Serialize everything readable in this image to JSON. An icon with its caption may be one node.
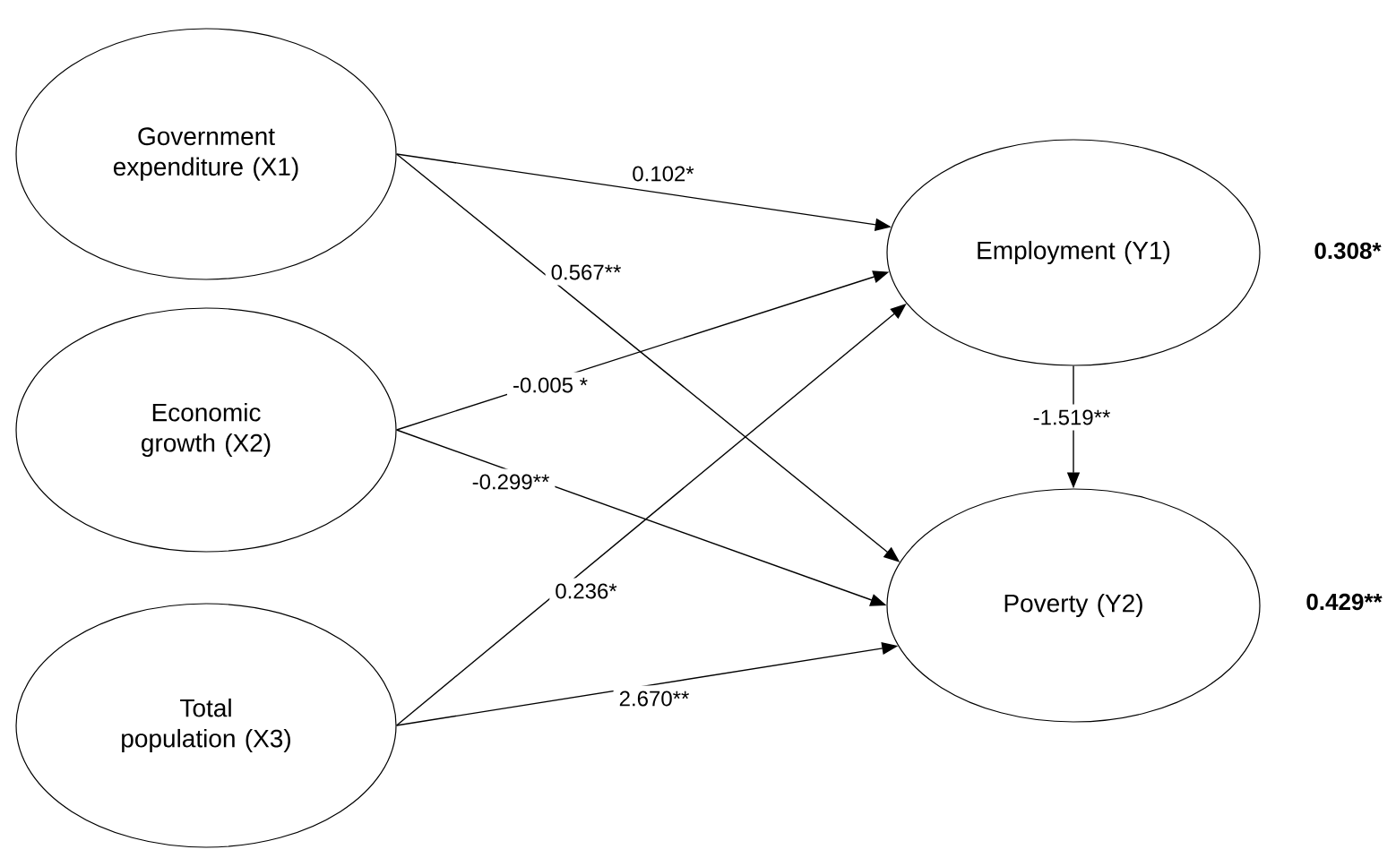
{
  "diagram": {
    "nodes": [
      {
        "text": [
          "Government expenditure (X1)"
        ]
      },
      {
        "text": [
          "Economic growth (X2)"
        ]
      },
      {
        "text": [
          "Total population (X3)"
        ]
      },
      {
        "text": [
          "Employment (Y1)"
        ],
        "beside": [
          "0.308*"
        ]
      },
      {
        "text": [
          "Poverty (Y2)"
        ],
        "beside": [
          "0.429**"
        ]
      }
    ],
    "edges": [
      {
        "from": 0,
        "to": 3,
        "arrow": "to",
        "label": "0.102*"
      },
      {
        "from": 0,
        "to": 4,
        "arrow": "to",
        "label": "0.567**"
      },
      {
        "from": 1,
        "to": 3,
        "arrow": "to",
        "label": "-0.005 *"
      },
      {
        "from": 1,
        "to": 4,
        "arrow": "to",
        "label": "-0.299**"
      },
      {
        "from": 2,
        "to": 3,
        "arrow": "to",
        "label": "0.236*"
      },
      {
        "from": 2,
        "to": 4,
        "arrow": "to",
        "label": "2.670**"
      },
      {
        "from": 3,
        "to": 4,
        "arrow": "to",
        "label": "-1.519**"
      }
    ]
  }
}
